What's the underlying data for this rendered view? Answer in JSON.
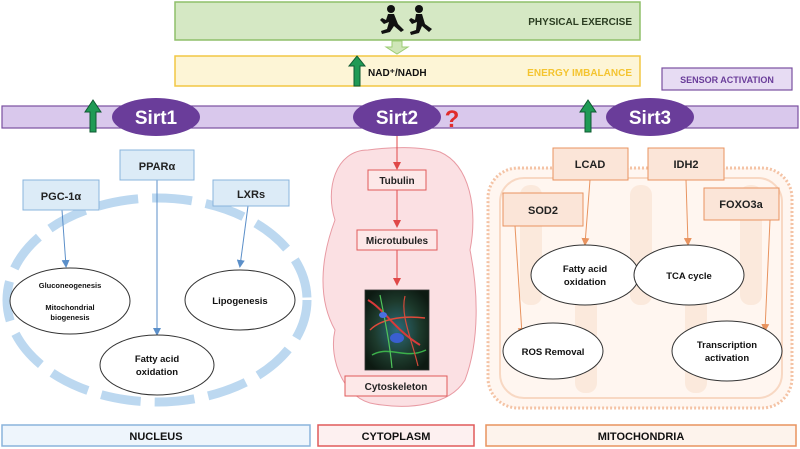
{
  "header": {
    "exercise_label": "PHYSICAL EXERCISE",
    "nad_label": "NAD⁺/NADH",
    "energy_label": "ENERGY IMBALANCE",
    "sensor_label": "SENSOR ACTIVATION"
  },
  "sirtuins": {
    "sirt1": "Sirt1",
    "sirt2": "Sirt2",
    "sirt2_mark": "?",
    "sirt3": "Sirt3"
  },
  "nucleus": {
    "pparg": "PPARα",
    "pgc1a": "PGC-1α",
    "lxrs": "LXRs",
    "glucogenesis": "Gluconeogenesis",
    "mito_bio_line1": "Mitochondrial",
    "mito_bio_line2": "biogenesis",
    "lipogenesis": "Lipogenesis",
    "fao_line1": "Fatty acid",
    "fao_line2": "oxidation"
  },
  "cytoplasm": {
    "tubulin": "Tubulin",
    "microtubules": "Microtubules",
    "cytoskeleton": "Cytoskeleton"
  },
  "mitochondria": {
    "lcad": "LCAD",
    "idh2": "IDH2",
    "sod2": "SOD2",
    "foxo3a": "FOXO3a",
    "fao_line1": "Fatty acid",
    "fao_line2": "oxidation",
    "tca": "TCA cycle",
    "ros": "ROS Removal",
    "trans_line1": "Transcription",
    "trans_line2": "activation"
  },
  "compartments": {
    "nucleus": "NUCLEUS",
    "cytoplasm": "CYTOPLASM",
    "mitochondria": "MITOCHONDRIA"
  },
  "colors": {
    "exercise_fill": "#d5e8c4",
    "exercise_stroke": "#8fbf6a",
    "energy_fill": "#fdf5d6",
    "energy_stroke": "#f2c744",
    "energy_text": "#f4c430",
    "membrane": "#d9c8ec",
    "membrane_stroke": "#7a4fa0",
    "sirt_fill": "#6a3d9a",
    "up_arrow": "#1f9a55",
    "nucleus_box": "#dcebf7",
    "nucleus_stroke": "#8ab4dc",
    "cyto_fill": "#fbe0e3",
    "cyto_stroke": "#e05a5a",
    "mito_fill": "#fbe5d8",
    "mito_stroke": "#e8935f"
  }
}
